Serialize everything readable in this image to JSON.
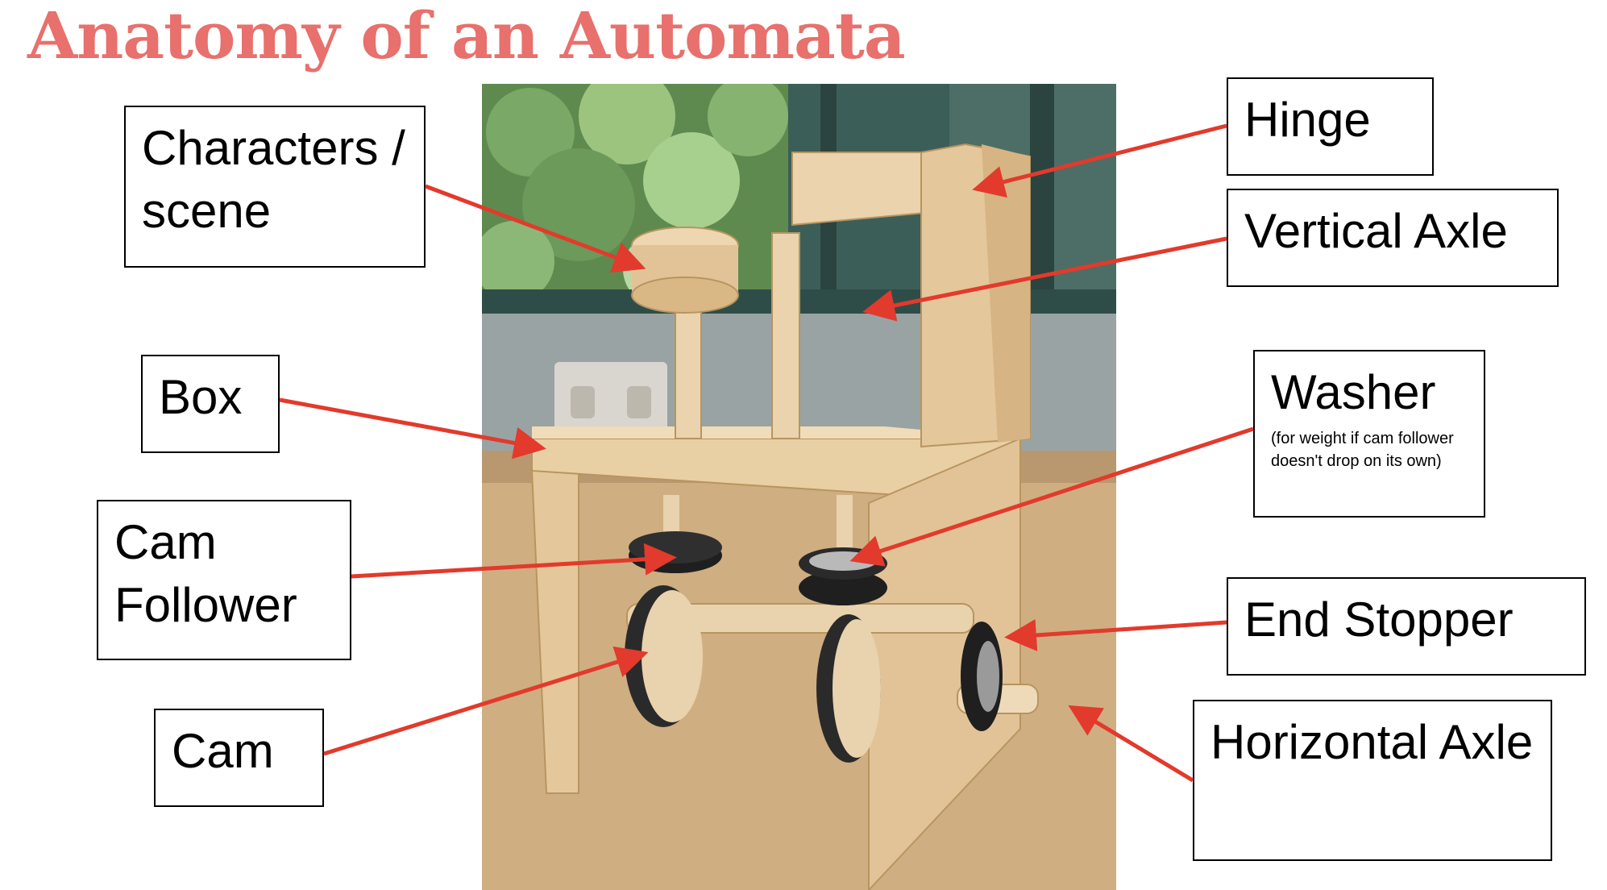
{
  "title": "Anatomy of an Automata",
  "colors": {
    "title": "#e8706d",
    "arrow": "#e23a2c",
    "wood": "#e2c398",
    "wood_dark": "#c9a472"
  },
  "labels": {
    "characters": "Characters / scene",
    "box": "Box",
    "cam_follower": "Cam Follower",
    "cam": "Cam",
    "hinge": "Hinge",
    "vertical_axle": "Vertical Axle",
    "washer": "Washer",
    "washer_note": "(for weight if cam follower doesn't drop on its own)",
    "end_stopper": "End Stopper",
    "horizontal_axle": "Horizontal Axle"
  }
}
